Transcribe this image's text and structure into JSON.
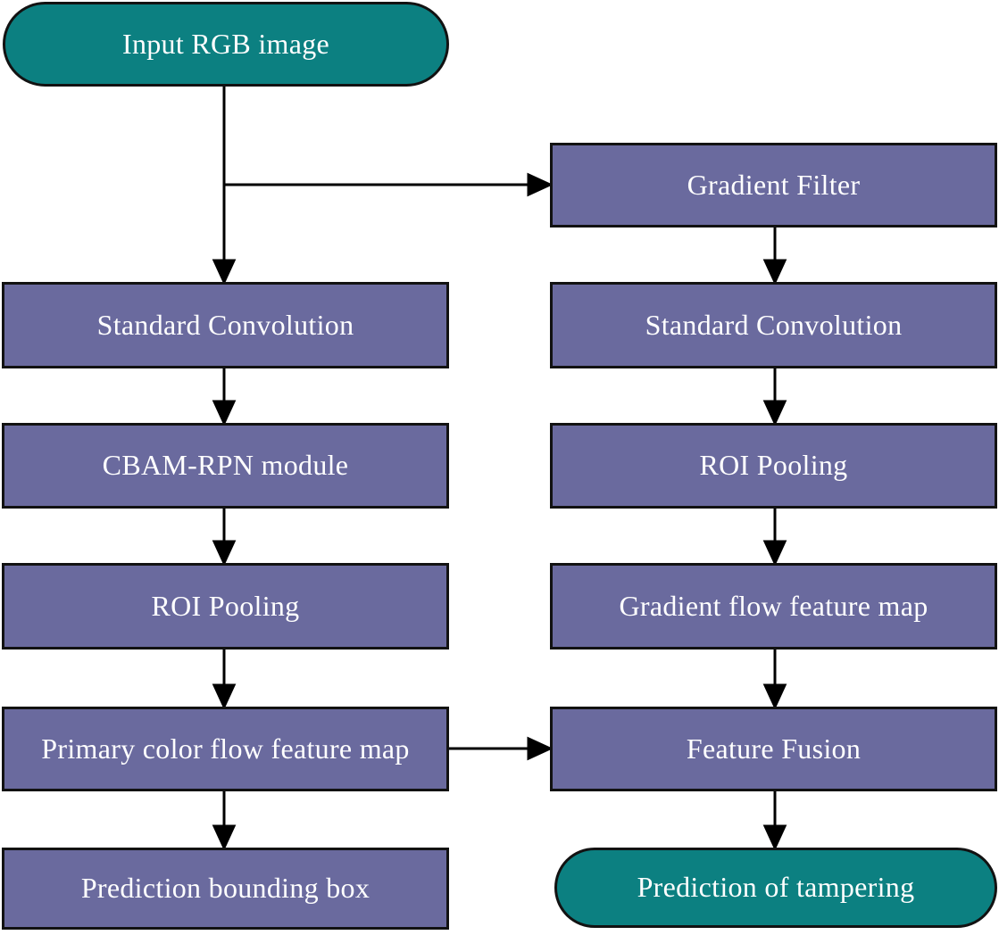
{
  "diagram": {
    "type": "flowchart",
    "colors": {
      "terminal_fill": "#0c8081",
      "process_fill": "#6a6a9e",
      "node_border": "#121212",
      "node_text": "#ffffff",
      "arrow": "#000000",
      "background": "#ffffff"
    },
    "nodes": {
      "input": {
        "label": "Input RGB image",
        "shape": "terminal"
      },
      "l1": {
        "label": "Standard Convolution",
        "shape": "process"
      },
      "l2": {
        "label": "CBAM-RPN module",
        "shape": "process"
      },
      "l3": {
        "label": "ROI Pooling",
        "shape": "process"
      },
      "l4": {
        "label": "Primary color flow feature map",
        "shape": "process"
      },
      "l5": {
        "label": "Prediction bounding box",
        "shape": "process"
      },
      "r0": {
        "label": "Gradient Filter",
        "shape": "process"
      },
      "r1": {
        "label": "Standard Convolution",
        "shape": "process"
      },
      "r2": {
        "label": "ROI Pooling",
        "shape": "process"
      },
      "r3": {
        "label": "Gradient flow feature map",
        "shape": "process"
      },
      "r4": {
        "label": "Feature Fusion",
        "shape": "process"
      },
      "output": {
        "label": "Prediction of tampering",
        "shape": "terminal"
      }
    },
    "edges": [
      {
        "from": "input",
        "to": "l1"
      },
      {
        "from": "input",
        "to": "r0"
      },
      {
        "from": "l1",
        "to": "l2"
      },
      {
        "from": "l2",
        "to": "l3"
      },
      {
        "from": "l3",
        "to": "l4"
      },
      {
        "from": "l4",
        "to": "l5"
      },
      {
        "from": "l4",
        "to": "r4"
      },
      {
        "from": "r0",
        "to": "r1"
      },
      {
        "from": "r1",
        "to": "r2"
      },
      {
        "from": "r2",
        "to": "r3"
      },
      {
        "from": "r3",
        "to": "r4"
      },
      {
        "from": "r4",
        "to": "output"
      }
    ]
  }
}
